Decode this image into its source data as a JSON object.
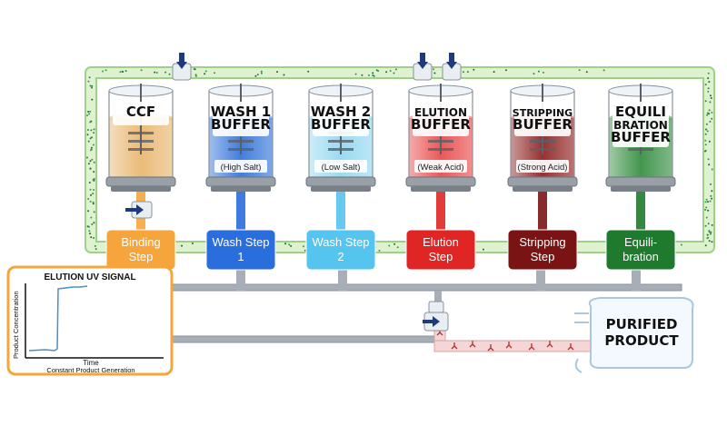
{
  "tanks": [
    {
      "id": "ccf",
      "title_lines": [
        "CCF"
      ],
      "subtitle": "",
      "liquid": "#e8b46a",
      "liquid_dark": "#d49a45",
      "base": "#8a8a8a"
    },
    {
      "id": "wash1",
      "title_lines": [
        "WASH 1",
        "BUFFER"
      ],
      "subtitle": "(High Salt)",
      "liquid": "#2d6fd8",
      "liquid_dark": "#1f56b5",
      "base": "#8a8a8a"
    },
    {
      "id": "wash2",
      "title_lines": [
        "WASH 2",
        "BUFFER"
      ],
      "subtitle": "(Low Salt)",
      "liquid": "#8fd6f0",
      "liquid_dark": "#6cc2e6",
      "base": "#8a8a8a"
    },
    {
      "id": "elution",
      "title_lines": [
        "ELUTION",
        "BUFFER"
      ],
      "subtitle": "(Weak Acid)",
      "liquid": "#e84545",
      "liquid_dark": "#c93030",
      "base": "#8a8a8a"
    },
    {
      "id": "stripping",
      "title_lines": [
        "STRIPPING",
        "BUFFER"
      ],
      "subtitle": "(Strong Acid)",
      "liquid": "#8b1a1a",
      "liquid_dark": "#6e1010",
      "base": "#8a8a8a"
    },
    {
      "id": "equilibration",
      "title_lines": [
        "EQUILI",
        "BRATION",
        "BUFFER"
      ],
      "subtitle": "",
      "liquid": "#2e8a3a",
      "liquid_dark": "#1f6a2a",
      "base": "#8a8a8a"
    }
  ],
  "steps": [
    {
      "id": "binding",
      "lines": [
        "Binding",
        "Step"
      ],
      "color": "#f5a53c"
    },
    {
      "id": "wash1",
      "lines": [
        "Wash Step",
        "1"
      ],
      "color": "#2a6ddc"
    },
    {
      "id": "wash2",
      "lines": [
        "Wash Step",
        "2"
      ],
      "color": "#55c4ee"
    },
    {
      "id": "elution",
      "lines": [
        "Elution",
        "Step"
      ],
      "color": "#e02525"
    },
    {
      "id": "stripping",
      "lines": [
        "Stripping",
        "Step"
      ],
      "color": "#7a1414"
    },
    {
      "id": "equilibration",
      "lines": [
        "Equili-",
        "bration"
      ],
      "color": "#1f7a2e"
    }
  ],
  "chart": {
    "title": "ELUTION UV SIGNAL",
    "ylabel": "Product Concentration",
    "xlabel": "Time",
    "caption": "Constant Product Generation",
    "border_color": "#f5a53c"
  },
  "product_bag": {
    "lines": [
      "PURIFIED",
      "PRODUCT"
    ]
  },
  "colors": {
    "loop_fill": "#d8f0c8",
    "loop_border": "#9fd08a",
    "pipe_gray": "#a8aeb8",
    "valve": "#1f3a7a",
    "product_pipe": "#f5d6d6"
  }
}
